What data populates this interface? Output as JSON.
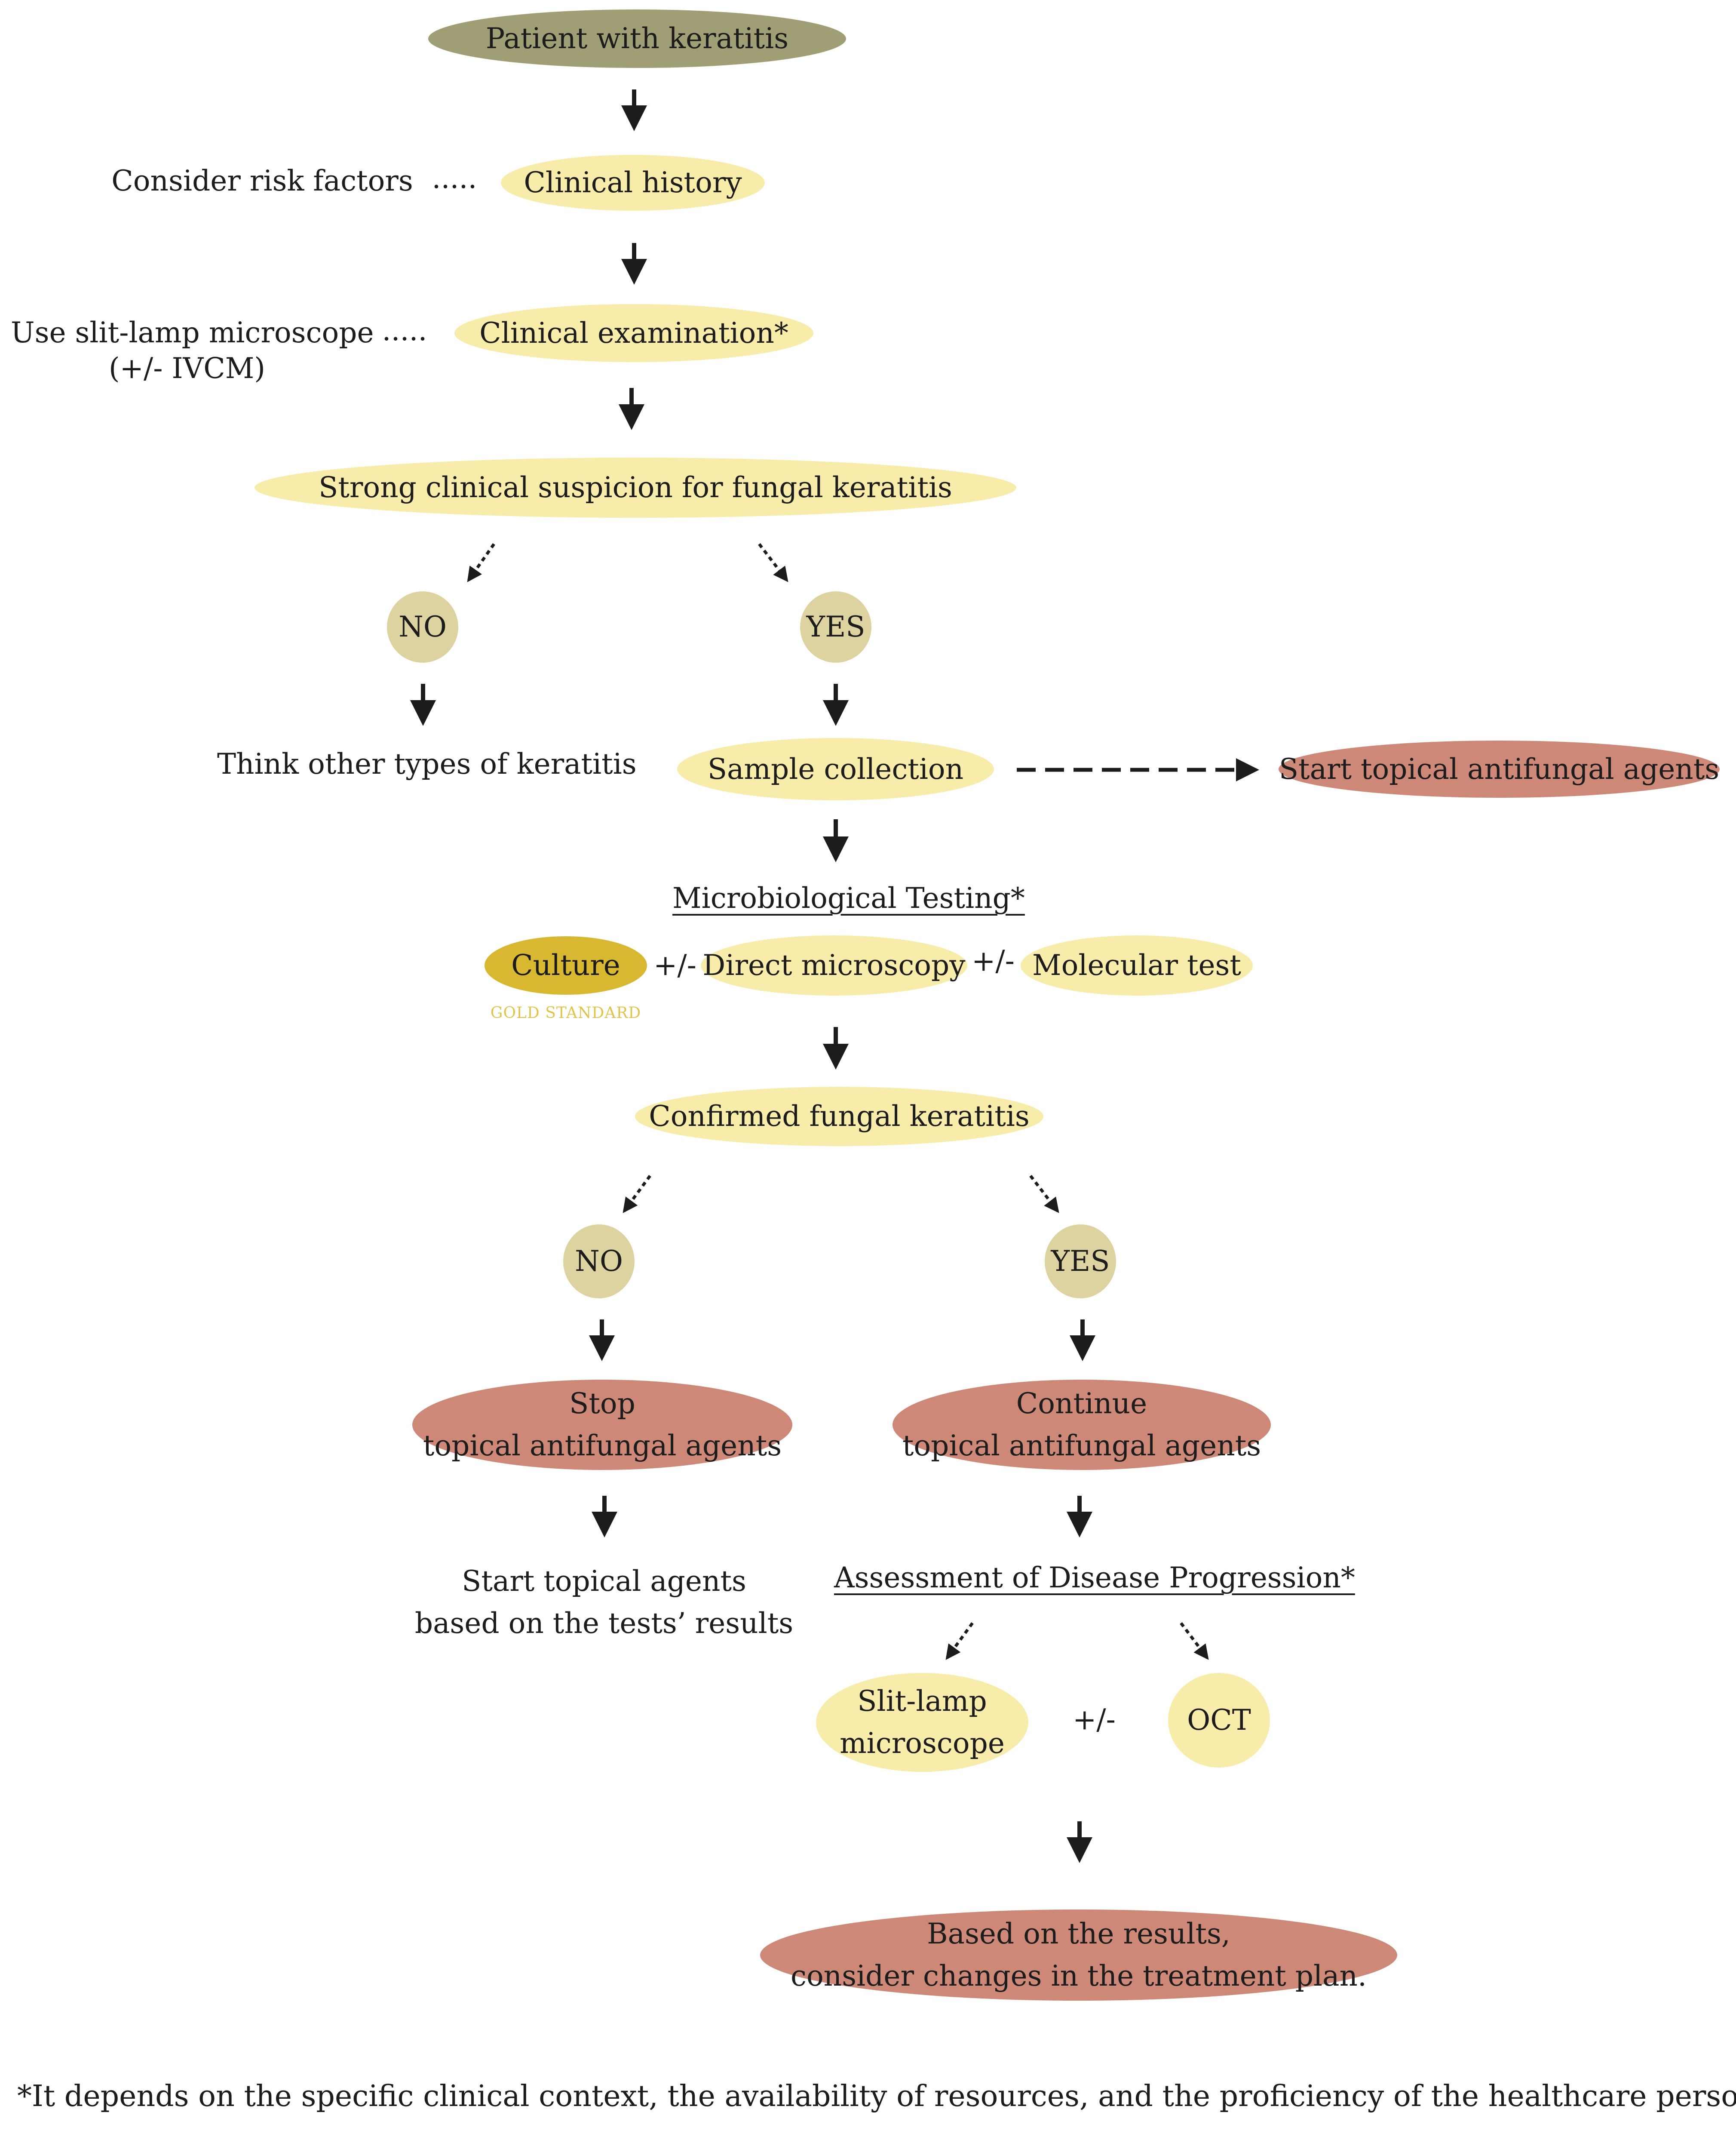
{
  "nodes": {
    "patient": "Patient with keratitis",
    "clinical_history": "Clinical history",
    "risk_factors": "Consider risk factors",
    "clinical_exam": "Clinical examination*",
    "slit_lamp_use_1": "Use slit-lamp microscope",
    "slit_lamp_use_2": "(+/- IVCM)",
    "suspicion": "Strong clinical suspicion for fungal keratitis",
    "no_1": "NO",
    "yes_1": "YES",
    "think_other": "Think other types of keratitis",
    "sample_collection": "Sample collection",
    "start_topical": "Start topical antifungal agents",
    "micro_testing": "Microbiological Testing*",
    "culture": "Culture",
    "gold_standard": "GOLD STANDARD",
    "plus_minus_1": "+/-",
    "direct_microscopy": "Direct microscopy",
    "plus_minus_2": "+/-",
    "molecular_test": "Molecular test",
    "confirmed": "Confirmed fungal keratitis",
    "no_2": "NO",
    "yes_2": "YES",
    "stop_1": "Stop",
    "stop_2": "topical antifungal agents",
    "continue_1": "Continue",
    "continue_2": "topical antifungal agents",
    "start_agents_1": "Start topical agents",
    "start_agents_2": "based on the tests’ results",
    "assessment": "Assessment of Disease Progression*",
    "slit_lamp_1": "Slit-lamp",
    "slit_lamp_2": "microscope",
    "plus_minus_3": "+/-",
    "oct": "OCT",
    "based_1": "Based on the results,",
    "based_2": "consider changes in the treatment plan.",
    "dots_1": ".....",
    "dots_2": "....."
  },
  "footnote": "*It depends on the specific clinical context, the availability of resources, and the proficiency of the healthcare personnel.",
  "colors": {
    "olive": "#a09e74",
    "pale_yellow": "#f7ecaa",
    "tan": "#dcd3a0",
    "salmon": "#cd8878",
    "gold": "#d8b830"
  }
}
